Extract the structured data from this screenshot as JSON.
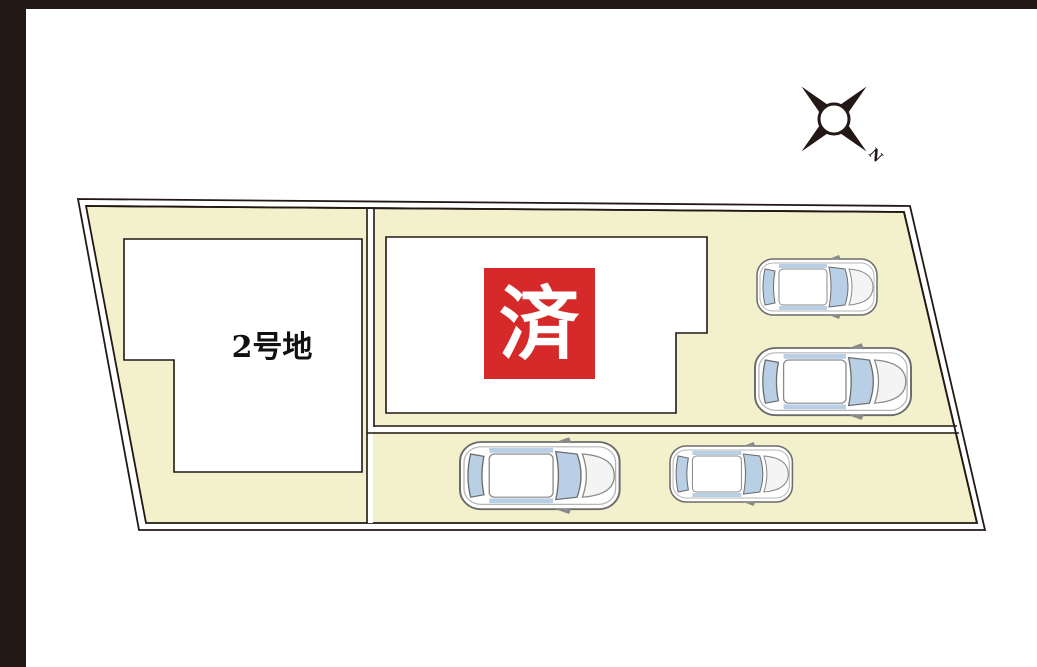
{
  "lots": [
    {
      "id": "lot-2",
      "label": "2号地"
    },
    {
      "id": "lot-1",
      "label": ""
    }
  ],
  "stamp": {
    "text": "済",
    "color": "#d62a2a"
  },
  "compass": {
    "direction_label": "N",
    "icon": "compass-rose-icon"
  },
  "colors": {
    "frame": "#231815",
    "land": "#f2f1cb",
    "building": "#ffffff",
    "line": "#231815",
    "car_glass": "#b9cfe6"
  },
  "parking": {
    "car_count": 4,
    "icon": "car-icon"
  }
}
